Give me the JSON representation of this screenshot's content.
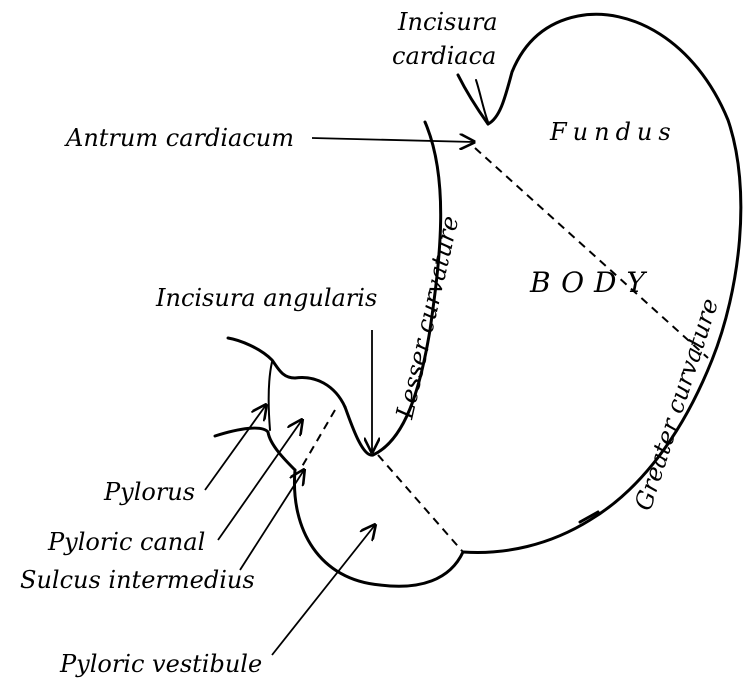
{
  "labels": {
    "incisura_cardiaca_line1": "Incisura",
    "incisura_cardiaca_line2": "cardiaca",
    "antrum_cardiacum": "Antrum cardiacum",
    "fundus": "Fundus",
    "body": "BODY",
    "incisura_angularis": "Incisura angularis",
    "lesser_curvature": "Lesser curvature",
    "greater_curvature": "Greater curvature",
    "pylorus": "Pylorus",
    "pyloric_canal": "Pyloric canal",
    "sulcus_intermedius": "Sulcus intermedius",
    "pyloric_vestibule": "Pyloric vestibule"
  },
  "colors": {
    "ink": "#000000",
    "background": "#ffffff"
  }
}
